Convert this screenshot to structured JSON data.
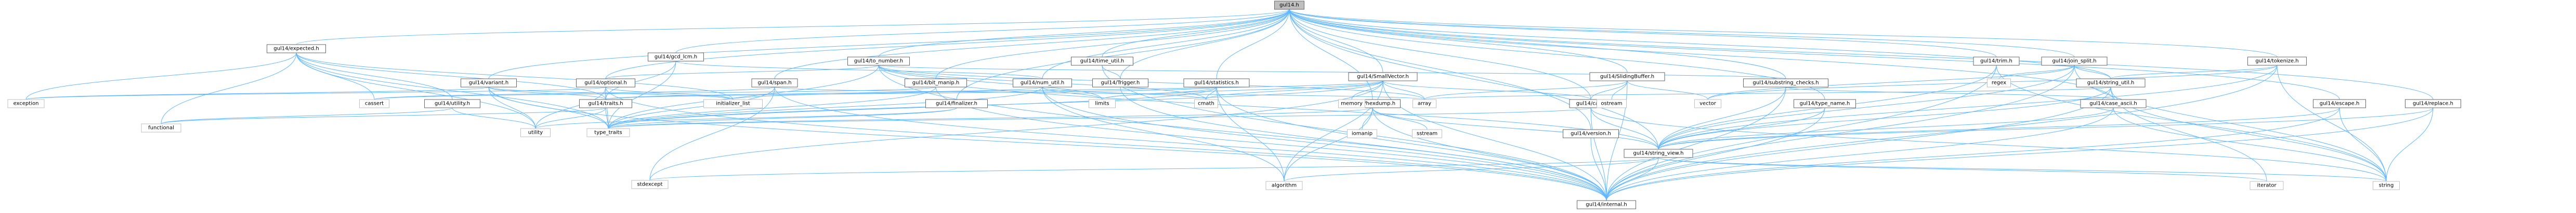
{
  "diagram": {
    "nodes": [
      {
        "id": "gul14",
        "label": "gul14.h",
        "kind": "root"
      },
      {
        "id": "expected",
        "label": "gul14/expected.h",
        "kind": "header"
      },
      {
        "id": "gcd_lcm",
        "label": "gul14/gcd_lcm.h",
        "kind": "header"
      },
      {
        "id": "to_number",
        "label": "gul14/to_number.h",
        "kind": "header"
      },
      {
        "id": "time_util",
        "label": "gul14/time_util.h",
        "kind": "header"
      },
      {
        "id": "trim",
        "label": "gul14/trim.h",
        "kind": "header"
      },
      {
        "id": "join_split",
        "label": "gul14/join_split.h",
        "kind": "header"
      },
      {
        "id": "tokenize",
        "label": "gul14/tokenize.h",
        "kind": "header"
      },
      {
        "id": "variant",
        "label": "gul14/variant.h",
        "kind": "header"
      },
      {
        "id": "optional",
        "label": "gul14/optional.h",
        "kind": "header"
      },
      {
        "id": "span",
        "label": "gul14/span.h",
        "kind": "header"
      },
      {
        "id": "bit_manip",
        "label": "gul14/bit_manip.h",
        "kind": "header"
      },
      {
        "id": "num_util",
        "label": "gul14/num_util.h",
        "kind": "header"
      },
      {
        "id": "statistics",
        "label": "gul14/statistics.h",
        "kind": "header"
      },
      {
        "id": "smallvector",
        "label": "gul14/SmallVector.h",
        "kind": "header"
      },
      {
        "id": "trigger",
        "label": "gul14/Trigger.h",
        "kind": "header"
      },
      {
        "id": "slidingbuffer",
        "label": "gul14/SlidingBuffer.h",
        "kind": "header"
      },
      {
        "id": "substring_checks",
        "label": "gul14/substring_checks.h",
        "kind": "header"
      },
      {
        "id": "string_util",
        "label": "gul14/string_util.h",
        "kind": "header"
      },
      {
        "id": "utility",
        "label": "gul14/utility.h",
        "kind": "header"
      },
      {
        "id": "traits",
        "label": "gul14/traits.h",
        "kind": "header"
      },
      {
        "id": "finalizer",
        "label": "gul14/finalizer.h",
        "kind": "header"
      },
      {
        "id": "hexdump",
        "label": "gul14/hexdump.h",
        "kind": "header"
      },
      {
        "id": "cat",
        "label": "gul14/cat.h",
        "kind": "header"
      },
      {
        "id": "type_name",
        "label": "gul14/type_name.h",
        "kind": "header"
      },
      {
        "id": "case_ascii",
        "label": "gul14/case_ascii.h",
        "kind": "header"
      },
      {
        "id": "escape",
        "label": "gul14/escape.h",
        "kind": "header"
      },
      {
        "id": "replace",
        "label": "gul14/replace.h",
        "kind": "header"
      },
      {
        "id": "version",
        "label": "gul14/version.h",
        "kind": "header"
      },
      {
        "id": "string_view",
        "label": "gul14/string_view.h",
        "kind": "header"
      },
      {
        "id": "internal",
        "label": "gul14/internal.h",
        "kind": "header"
      },
      {
        "id": "exception",
        "label": "exception",
        "kind": "system"
      },
      {
        "id": "functional",
        "label": "functional",
        "kind": "system"
      },
      {
        "id": "cassert",
        "label": "cassert",
        "kind": "system"
      },
      {
        "id": "initializer_list",
        "label": "initializer_list",
        "kind": "system"
      },
      {
        "id": "type_traits",
        "label": "type_traits",
        "kind": "system"
      },
      {
        "id": "utility_std",
        "label": "utility",
        "kind": "system"
      },
      {
        "id": "stdexcept",
        "label": "stdexcept",
        "kind": "system"
      },
      {
        "id": "limits",
        "label": "limits",
        "kind": "system"
      },
      {
        "id": "cmath",
        "label": "cmath",
        "kind": "system"
      },
      {
        "id": "memory",
        "label": "memory",
        "kind": "system"
      },
      {
        "id": "array",
        "label": "array",
        "kind": "system"
      },
      {
        "id": "algorithm",
        "label": "algorithm",
        "kind": "system"
      },
      {
        "id": "iomanip",
        "label": "iomanip",
        "kind": "system"
      },
      {
        "id": "sstream",
        "label": "sstream",
        "kind": "system"
      },
      {
        "id": "ostream",
        "label": "ostream",
        "kind": "system"
      },
      {
        "id": "vector",
        "label": "vector",
        "kind": "system"
      },
      {
        "id": "regex",
        "label": "regex",
        "kind": "system"
      },
      {
        "id": "iterator",
        "label": "iterator",
        "kind": "system"
      },
      {
        "id": "string",
        "label": "string",
        "kind": "system"
      }
    ],
    "edges": [
      [
        "gul14",
        "expected"
      ],
      [
        "gul14",
        "gcd_lcm"
      ],
      [
        "gul14",
        "to_number"
      ],
      [
        "gul14",
        "time_util"
      ],
      [
        "gul14",
        "trim"
      ],
      [
        "gul14",
        "join_split"
      ],
      [
        "gul14",
        "tokenize"
      ],
      [
        "gul14",
        "variant"
      ],
      [
        "gul14",
        "optional"
      ],
      [
        "gul14",
        "span"
      ],
      [
        "gul14",
        "bit_manip"
      ],
      [
        "gul14",
        "num_util"
      ],
      [
        "gul14",
        "statistics"
      ],
      [
        "gul14",
        "smallvector"
      ],
      [
        "gul14",
        "slidingbuffer"
      ],
      [
        "gul14",
        "substring_checks"
      ],
      [
        "gul14",
        "string_util"
      ],
      [
        "gul14",
        "finalizer"
      ],
      [
        "gul14",
        "hexdump"
      ],
      [
        "gul14",
        "cat"
      ],
      [
        "gul14",
        "type_name"
      ],
      [
        "gul14",
        "case_ascii"
      ],
      [
        "gul14",
        "escape"
      ],
      [
        "gul14",
        "replace"
      ],
      [
        "gul14",
        "version"
      ],
      [
        "gul14",
        "string_view"
      ],
      [
        "gul14",
        "trigger"
      ],
      [
        "expected",
        "exception"
      ],
      [
        "expected",
        "functional"
      ],
      [
        "expected",
        "cassert"
      ],
      [
        "expected",
        "utility"
      ],
      [
        "expected",
        "traits"
      ],
      [
        "expected",
        "type_traits"
      ],
      [
        "expected",
        "utility_std"
      ],
      [
        "expected",
        "initializer_list"
      ],
      [
        "gcd_lcm",
        "num_util"
      ],
      [
        "gcd_lcm",
        "traits"
      ],
      [
        "gcd_lcm",
        "type_traits"
      ],
      [
        "to_number",
        "limits"
      ],
      [
        "to_number",
        "cmath"
      ],
      [
        "to_number",
        "array"
      ],
      [
        "to_number",
        "type_traits"
      ],
      [
        "to_number",
        "internal"
      ],
      [
        "to_number",
        "string_view"
      ],
      [
        "to_number",
        "optional"
      ],
      [
        "to_number",
        "substring_checks"
      ],
      [
        "time_util",
        "trigger"
      ],
      [
        "time_util",
        "internal"
      ],
      [
        "trim",
        "string_view"
      ],
      [
        "trim",
        "internal"
      ],
      [
        "trim",
        "string"
      ],
      [
        "join_split",
        "string_util"
      ],
      [
        "join_split",
        "string_view"
      ],
      [
        "join_split",
        "internal"
      ],
      [
        "join_split",
        "regex"
      ],
      [
        "join_split",
        "vector"
      ],
      [
        "join_split",
        "string"
      ],
      [
        "tokenize",
        "string_view"
      ],
      [
        "tokenize",
        "string_util"
      ],
      [
        "tokenize",
        "internal"
      ],
      [
        "tokenize",
        "vector"
      ],
      [
        "tokenize",
        "string"
      ],
      [
        "variant",
        "exception"
      ],
      [
        "variant",
        "initializer_list"
      ],
      [
        "variant",
        "type_traits"
      ],
      [
        "variant",
        "utility_std"
      ],
      [
        "variant",
        "internal"
      ],
      [
        "variant",
        "traits"
      ],
      [
        "optional",
        "exception"
      ],
      [
        "optional",
        "initializer_list"
      ],
      [
        "optional",
        "type_traits"
      ],
      [
        "optional",
        "utility_std"
      ],
      [
        "optional",
        "internal"
      ],
      [
        "optional",
        "traits"
      ],
      [
        "span",
        "array"
      ],
      [
        "span",
        "cassert"
      ],
      [
        "span",
        "type_traits"
      ],
      [
        "span",
        "stdexcept"
      ],
      [
        "span",
        "internal"
      ],
      [
        "bit_manip",
        "cassert"
      ],
      [
        "bit_manip",
        "type_traits"
      ],
      [
        "bit_manip",
        "internal"
      ],
      [
        "num_util",
        "limits"
      ],
      [
        "num_util",
        "cmath"
      ],
      [
        "num_util",
        "type_traits"
      ],
      [
        "num_util",
        "algorithm"
      ],
      [
        "num_util",
        "internal"
      ],
      [
        "num_util",
        "traits"
      ],
      [
        "statistics",
        "limits"
      ],
      [
        "statistics",
        "cmath"
      ],
      [
        "statistics",
        "type_traits"
      ],
      [
        "statistics",
        "algorithm"
      ],
      [
        "statistics",
        "internal"
      ],
      [
        "statistics",
        "traits"
      ],
      [
        "smallvector",
        "array"
      ],
      [
        "smallvector",
        "memory"
      ],
      [
        "smallvector",
        "limits"
      ],
      [
        "smallvector",
        "cmath"
      ],
      [
        "smallvector",
        "type_traits"
      ],
      [
        "smallvector",
        "initializer_list"
      ],
      [
        "smallvector",
        "stdexcept"
      ],
      [
        "smallvector",
        "algorithm"
      ],
      [
        "smallvector",
        "internal"
      ],
      [
        "smallvector",
        "cat"
      ],
      [
        "trigger",
        "internal"
      ],
      [
        "slidingbuffer",
        "array"
      ],
      [
        "slidingbuffer",
        "vector"
      ],
      [
        "slidingbuffer",
        "ostream"
      ],
      [
        "slidingbuffer",
        "cat"
      ],
      [
        "slidingbuffer",
        "internal"
      ],
      [
        "substring_checks",
        "string_view"
      ],
      [
        "substring_checks",
        "internal"
      ],
      [
        "substring_checks",
        "case_ascii"
      ],
      [
        "string_util",
        "array"
      ],
      [
        "string_util",
        "string_view"
      ],
      [
        "string_util",
        "internal"
      ],
      [
        "string_util",
        "string"
      ],
      [
        "string_util",
        "iterator"
      ],
      [
        "utility",
        "functional"
      ],
      [
        "utility",
        "utility_std"
      ],
      [
        "traits",
        "functional"
      ],
      [
        "traits",
        "type_traits"
      ],
      [
        "traits",
        "utility_std"
      ],
      [
        "finalizer",
        "type_traits"
      ],
      [
        "finalizer",
        "utility_std"
      ],
      [
        "hexdump",
        "iomanip"
      ],
      [
        "hexdump",
        "sstream"
      ],
      [
        "hexdump",
        "type_traits"
      ],
      [
        "hexdump",
        "string_view"
      ],
      [
        "hexdump",
        "internal"
      ],
      [
        "hexdump",
        "algorithm"
      ],
      [
        "cat",
        "string_view"
      ],
      [
        "cat",
        "internal"
      ],
      [
        "cat",
        "type_traits"
      ],
      [
        "cat",
        "string"
      ],
      [
        "type_name",
        "string_view"
      ],
      [
        "type_name",
        "internal"
      ],
      [
        "case_ascii",
        "string_view"
      ],
      [
        "case_ascii",
        "internal"
      ],
      [
        "case_ascii",
        "string"
      ],
      [
        "escape",
        "string_view"
      ],
      [
        "escape",
        "internal"
      ],
      [
        "escape",
        "string"
      ],
      [
        "replace",
        "string_view"
      ],
      [
        "replace",
        "internal"
      ],
      [
        "replace",
        "string"
      ],
      [
        "version",
        "internal"
      ],
      [
        "string_view",
        "internal"
      ],
      [
        "string_view",
        "algorithm"
      ],
      [
        "string_view",
        "iterator"
      ],
      [
        "string_view",
        "stdexcept"
      ],
      [
        "string_view",
        "string"
      ]
    ]
  }
}
